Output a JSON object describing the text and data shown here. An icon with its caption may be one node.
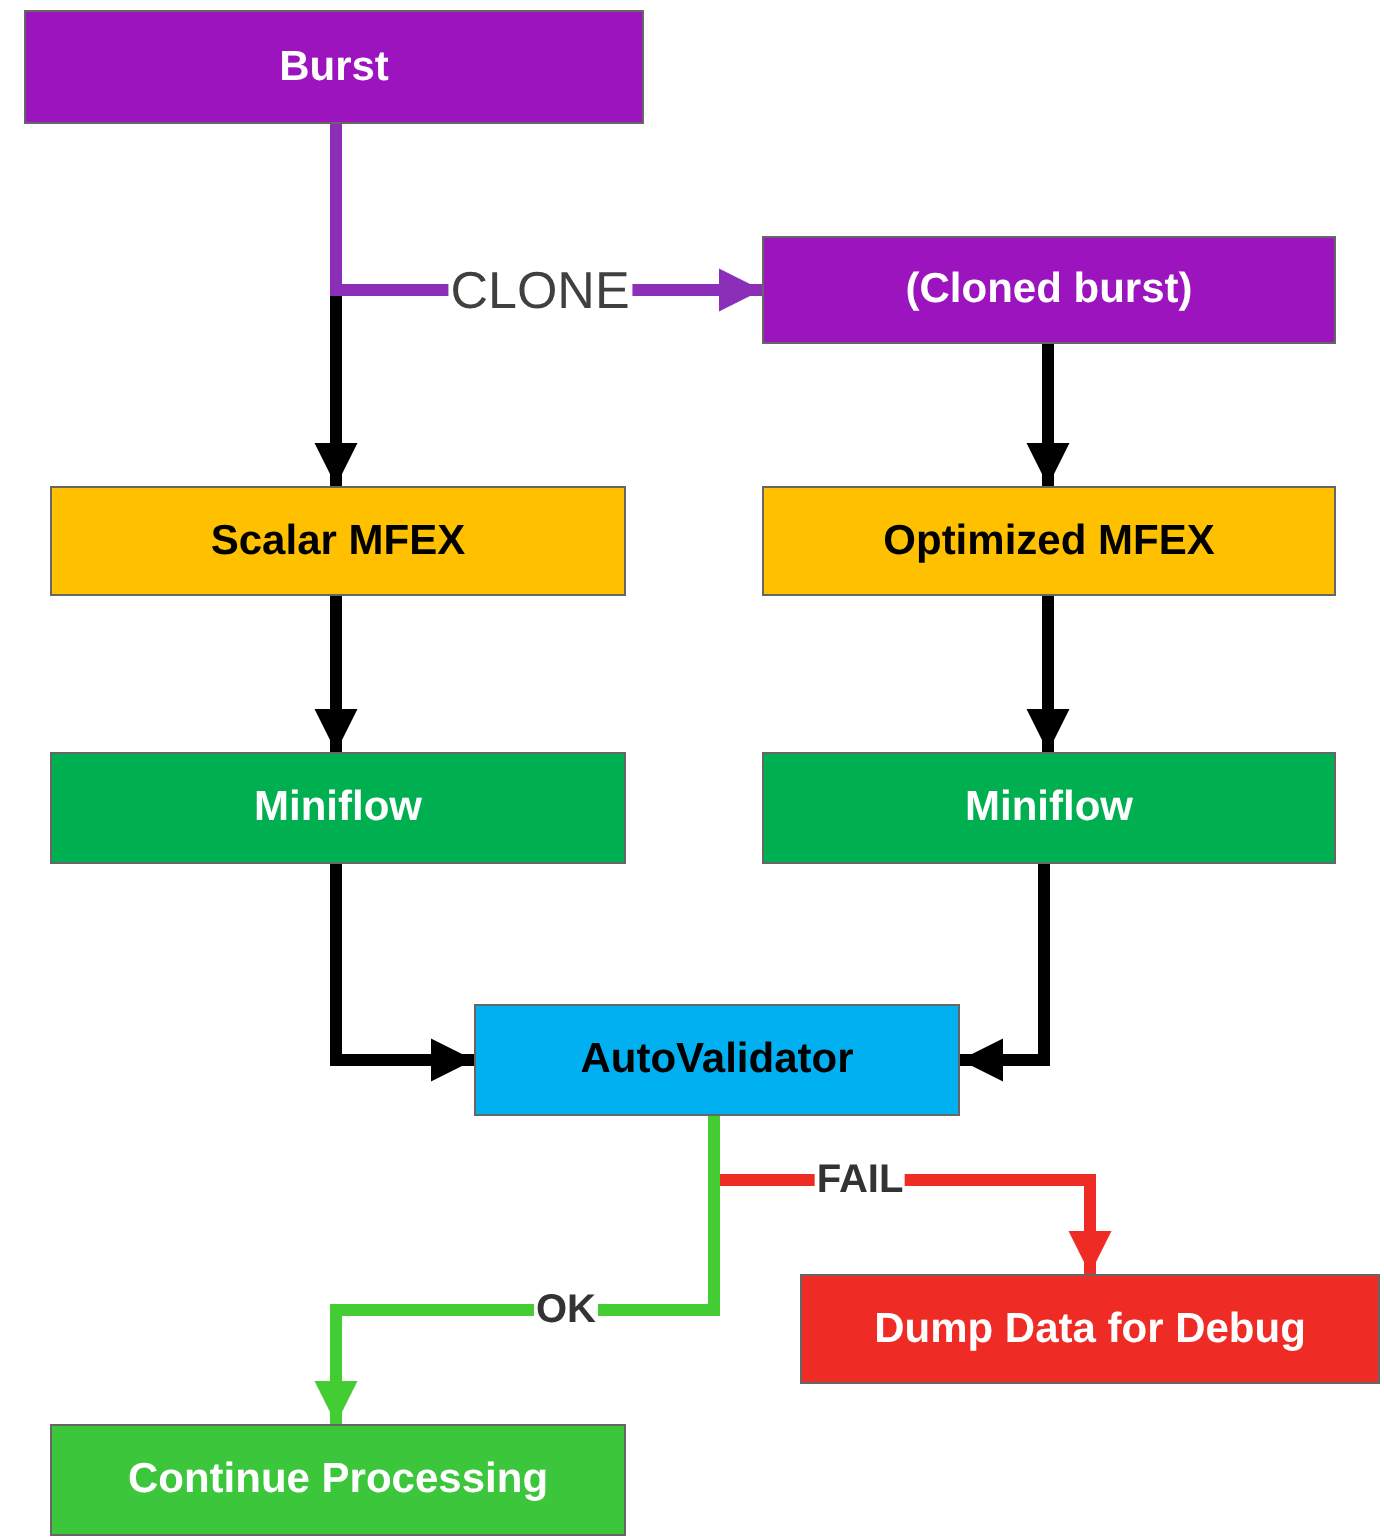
{
  "diagram": {
    "nodes": [
      {
        "text": [
          "Burst"
        ]
      },
      {
        "text": [
          "(Cloned burst)"
        ]
      },
      {
        "text": [
          "Scalar MFEX"
        ]
      },
      {
        "text": [
          "Optimized MFEX"
        ]
      },
      {
        "text": [
          "Miniflow"
        ]
      },
      {
        "text": [
          "Miniflow"
        ]
      },
      {
        "text": [
          "AutoValidator"
        ]
      },
      {
        "text": [
          "Dump Data for Debug"
        ]
      },
      {
        "text": [
          "Continue Processing"
        ]
      }
    ],
    "edges": [
      {
        "from": 0,
        "to": 1,
        "arrow": "to",
        "label": "CLONE",
        "color": "#8b2fb8"
      },
      {
        "from": 0,
        "to": 2,
        "arrow": "to"
      },
      {
        "from": 1,
        "to": 3,
        "arrow": "to"
      },
      {
        "from": 2,
        "to": 4,
        "arrow": "to"
      },
      {
        "from": 3,
        "to": 5,
        "arrow": "to"
      },
      {
        "from": 4,
        "to": 6,
        "arrow": "to"
      },
      {
        "from": 5,
        "to": 6,
        "arrow": "to"
      },
      {
        "from": 6,
        "to": 7,
        "arrow": "to",
        "label": "FAIL",
        "color": "#ee2b24"
      },
      {
        "from": 6,
        "to": 8,
        "arrow": "to",
        "label": "OK",
        "color": "#44cc33"
      }
    ]
  }
}
